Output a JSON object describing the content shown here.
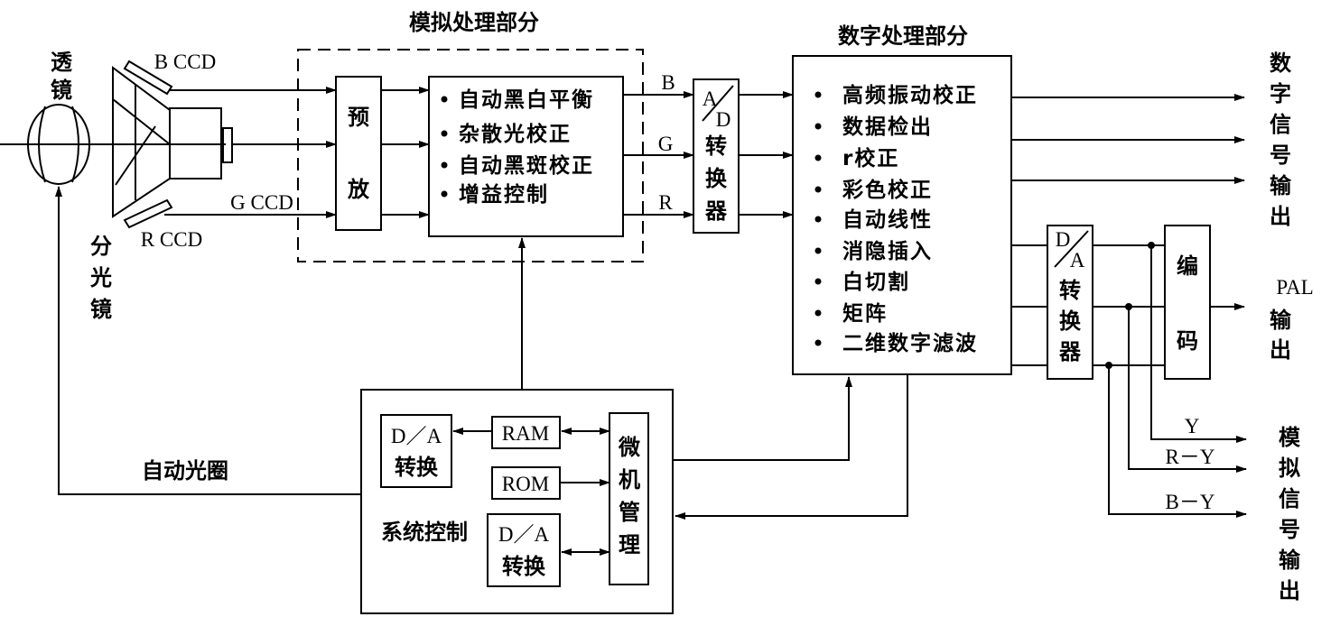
{
  "optics": {
    "lens_label": "透镜",
    "b_ccd": "B CCD",
    "g_ccd": "G CCD",
    "r_ccd": "R CCD",
    "beam_splitter_label": "分光镜"
  },
  "analog_section": {
    "title": "模拟处理部分",
    "preamp_label": "预放",
    "functions": [
      "自动黑白平衡",
      "杂散光校正",
      "自动黑斑校正",
      "增益控制"
    ]
  },
  "channels": {
    "b": "B",
    "g": "G",
    "r": "R"
  },
  "ad_converter": {
    "letter_a": "A",
    "letter_d": "D",
    "label": "转换器"
  },
  "digital_section": {
    "title": "数字处理部分",
    "functions": [
      "高频振动校正",
      "数据检出",
      "r校正",
      "彩色校正",
      "自动线性",
      "消隐插入",
      "白切割",
      "矩阵",
      "二维数字滤波"
    ]
  },
  "digital_output_label": "数字信号输出",
  "da_converter": {
    "letter_d": "D",
    "letter_a": "A",
    "label": "转换器"
  },
  "encoder_label": "编码",
  "pal_output": {
    "format": "PAL",
    "label": "输出"
  },
  "analog_outputs": {
    "y": "Y",
    "r_minus_y": "R－Y",
    "b_minus_y": "B－Y",
    "label": "模拟信号输出"
  },
  "auto_iris_label": "自动光圈",
  "system_control": {
    "title": "系统控制",
    "da_converter_1": {
      "line1": "D／A",
      "line2": "转换"
    },
    "ram": "RAM",
    "rom": "ROM",
    "microcomputer": "微机管理",
    "da_converter_2": {
      "line1": "D／A",
      "line2": "转换"
    }
  }
}
